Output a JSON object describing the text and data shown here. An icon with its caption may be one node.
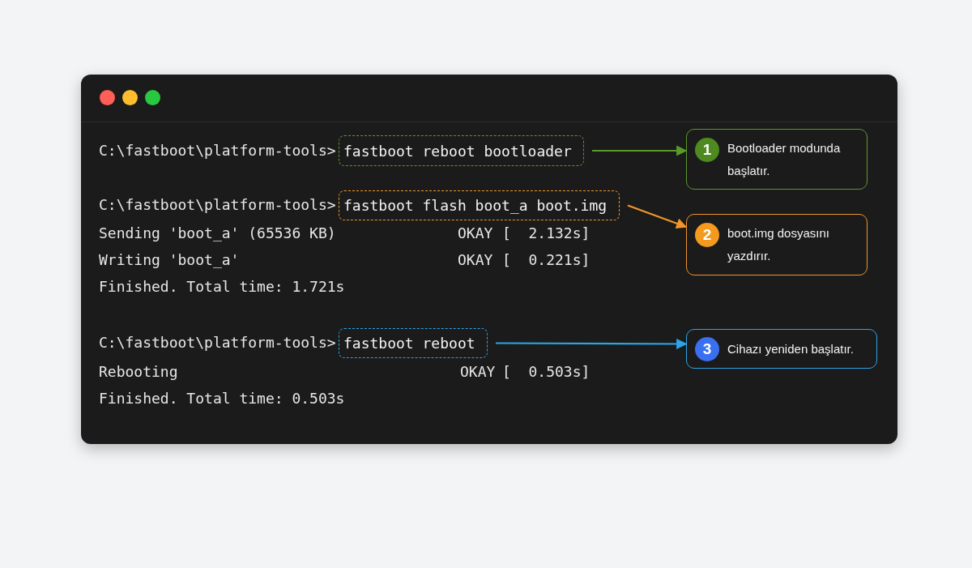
{
  "diagram": {
    "nodes": [
      {
        "text": [],
        "shape": "box"
      },
      {
        "text": [
          "fastboot reboot bootloader"
        ],
        "in": 0
      },
      {
        "text": [
          "fastboot flash boot_a boot.img"
        ],
        "in": 0
      },
      {
        "text": [
          "fastboot reboot"
        ],
        "in": 0
      },
      {
        "text": [
          "1",
          "Bootloader modunda başlatır."
        ],
        "in": 0
      },
      {
        "text": [
          "2",
          "boot.img dosyasını yazdırır."
        ],
        "in": 0
      },
      {
        "text": [
          "3",
          "Cihazı yeniden başlatır."
        ],
        "in": 0
      }
    ],
    "edges": [
      {
        "from": 1,
        "to": 4,
        "arrow": "to",
        "color": "#5a9a2a"
      },
      {
        "from": 2,
        "to": 5,
        "arrow": "to",
        "color": "#f0962a"
      },
      {
        "from": 3,
        "to": 6,
        "arrow": "to",
        "color": "#2ea3e6"
      }
    ],
    "labels": [
      "C:\\fastboot\\platform-tools>",
      "C:\\fastboot\\platform-tools>",
      "Sending 'boot_a' (65536 KB)",
      "OKAY",
      "[  2.132s]",
      "Writing 'boot_a'",
      "OKAY",
      "[  0.221s]",
      "Finished. Total time: 1.721s",
      "C:\\fastboot\\platform-tools>",
      "Rebooting",
      "OKAY",
      "[  0.503s]",
      "Finished. Total time: 0.503s"
    ]
  }
}
